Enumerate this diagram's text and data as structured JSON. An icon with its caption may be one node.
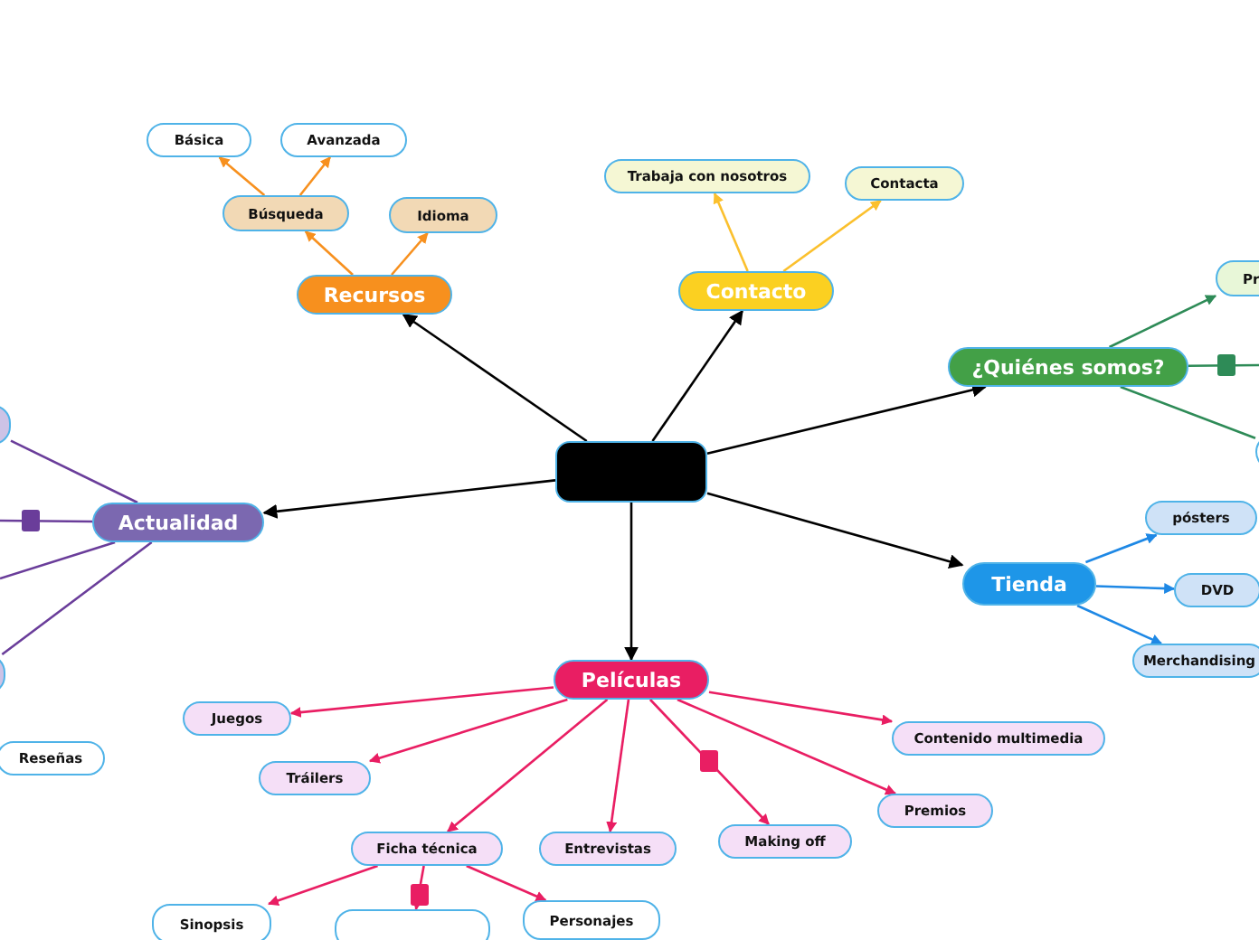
{
  "diagram": {
    "nodes": [
      {
        "text": [],
        "shape": "box"
      },
      {
        "text": [
          "Recursos"
        ]
      },
      {
        "text": [
          "Búsqueda"
        ]
      },
      {
        "text": [
          "Idioma"
        ]
      },
      {
        "text": [
          "Básica"
        ]
      },
      {
        "text": [
          "Avanzada"
        ]
      },
      {
        "text": [
          "Contacto"
        ]
      },
      {
        "text": [
          "Trabaja con nosotros"
        ]
      },
      {
        "text": [
          "Contacta"
        ]
      },
      {
        "text": [
          "¿Quiénes somos?"
        ]
      },
      {
        "text": [
          "Pr"
        ]
      },
      {
        "text": [],
        "shape": "box"
      },
      {
        "text": [
          "Tienda"
        ]
      },
      {
        "text": [
          "pósters"
        ]
      },
      {
        "text": [
          "DVD"
        ]
      },
      {
        "text": [
          "Merchandising"
        ]
      },
      {
        "text": [
          "Actualidad"
        ]
      },
      {
        "text": [],
        "shape": "box"
      },
      {
        "text": [],
        "shape": "box"
      },
      {
        "text": [
          "Reseñas"
        ]
      },
      {
        "text": [
          "Películas"
        ]
      },
      {
        "text": [
          "Juegos"
        ]
      },
      {
        "text": [
          "Tráilers"
        ]
      },
      {
        "text": [
          "Ficha técnica"
        ]
      },
      {
        "text": [
          "Entrevistas"
        ]
      },
      {
        "text": [
          "Making off"
        ]
      },
      {
        "text": [
          "Contenido multimedia"
        ]
      },
      {
        "text": [
          "Premios"
        ]
      },
      {
        "text": [
          "Sinopsis"
        ]
      },
      {
        "text": [],
        "shape": "box"
      },
      {
        "text": [
          "Personajes"
        ]
      }
    ],
    "edges": [
      {
        "from": 0,
        "to": 1,
        "arrow": "to",
        "color": "#000000"
      },
      {
        "from": 0,
        "to": 6,
        "arrow": "to",
        "color": "#000000"
      },
      {
        "from": 0,
        "to": 9,
        "arrow": "to",
        "color": "#000000"
      },
      {
        "from": 0,
        "to": 12,
        "arrow": "to",
        "color": "#000000"
      },
      {
        "from": 0,
        "to": 16,
        "arrow": "to",
        "color": "#000000"
      },
      {
        "from": 0,
        "to": 20,
        "arrow": "to",
        "color": "#000000"
      },
      {
        "from": 1,
        "to": 2,
        "arrow": "to",
        "color": "#f7901e"
      },
      {
        "from": 1,
        "to": 3,
        "arrow": "to",
        "color": "#f7901e"
      },
      {
        "from": 2,
        "to": 4,
        "arrow": "to",
        "color": "#f7901e"
      },
      {
        "from": 2,
        "to": 5,
        "arrow": "to",
        "color": "#f7901e"
      },
      {
        "from": 6,
        "to": 7,
        "arrow": "to",
        "color": "#fbc02d"
      },
      {
        "from": 6,
        "to": 8,
        "arrow": "to",
        "color": "#fbc02d"
      },
      {
        "from": 9,
        "to": 10,
        "arrow": "to",
        "color": "#2e8b57"
      },
      {
        "from": 9,
        "to": null,
        "arrow": "none",
        "color": "#2e8b57"
      },
      {
        "from": 9,
        "to": 11,
        "arrow": "none",
        "color": "#2e8b57"
      },
      {
        "from": 12,
        "to": 13,
        "arrow": "to",
        "color": "#1e88e5"
      },
      {
        "from": 12,
        "to": 14,
        "arrow": "to",
        "color": "#1e88e5"
      },
      {
        "from": 12,
        "to": 15,
        "arrow": "to",
        "color": "#1e88e5"
      },
      {
        "from": 16,
        "to": 17,
        "arrow": "none",
        "color": "#6a3d9a"
      },
      {
        "from": 16,
        "to": null,
        "arrow": "none",
        "color": "#6a3d9a"
      },
      {
        "from": 16,
        "to": null,
        "arrow": "none",
        "color": "#6a3d9a"
      },
      {
        "from": 16,
        "to": 18,
        "arrow": "none",
        "color": "#6a3d9a"
      },
      {
        "from": 20,
        "to": 21,
        "arrow": "to",
        "color": "#e91e63"
      },
      {
        "from": 20,
        "to": 22,
        "arrow": "to",
        "color": "#e91e63"
      },
      {
        "from": 20,
        "to": 23,
        "arrow": "to",
        "color": "#e91e63"
      },
      {
        "from": 20,
        "to": 24,
        "arrow": "to",
        "color": "#e91e63"
      },
      {
        "from": 20,
        "to": 25,
        "arrow": "to",
        "color": "#e91e63"
      },
      {
        "from": 20,
        "to": 26,
        "arrow": "to",
        "color": "#e91e63"
      },
      {
        "from": 20,
        "to": 27,
        "arrow": "to",
        "color": "#e91e63"
      },
      {
        "from": 23,
        "to": 28,
        "arrow": "to",
        "color": "#e91e63"
      },
      {
        "from": 23,
        "to": 29,
        "arrow": "to",
        "color": "#e91e63"
      },
      {
        "from": 23,
        "to": 30,
        "arrow": "to",
        "color": "#e91e63"
      }
    ]
  }
}
